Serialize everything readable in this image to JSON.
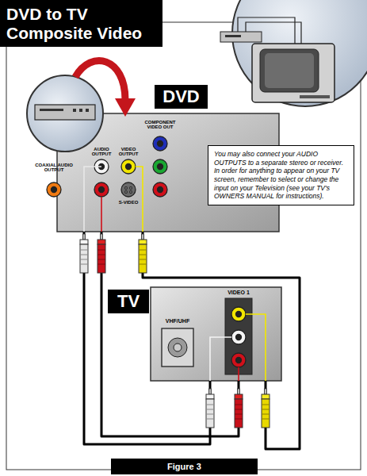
{
  "diagram": {
    "title": "DVD to TV Composite Video",
    "caption": "Figure 3",
    "nodes": [
      {
        "text": [
          "DVD"
        ]
      },
      {
        "text": [
          "You may also connect your AUDIO OUTPUTS to a separate stereo or receiver. In order for anything to appear on your TV screen, remember to select or change the input on your Television (see your TV's OWNERS MANUAL for instructions)."
        ]
      },
      {
        "text": [
          "TV"
        ]
      }
    ],
    "edges": [
      {
        "from": 0,
        "to": 2,
        "arrow": "none"
      },
      {
        "from": 0,
        "to": 2,
        "arrow": "none"
      },
      {
        "from": 0,
        "to": 2,
        "arrow": "none"
      }
    ],
    "labels": [
      "AUDIO OUTPUT",
      "VIDEO OUTPUT",
      "COMPONENT VIDEO OUT",
      "COAXIAL AUDIO OUTPUT",
      "S-VIDEO",
      "VIDEO 1",
      "VHF/UHF"
    ]
  }
}
